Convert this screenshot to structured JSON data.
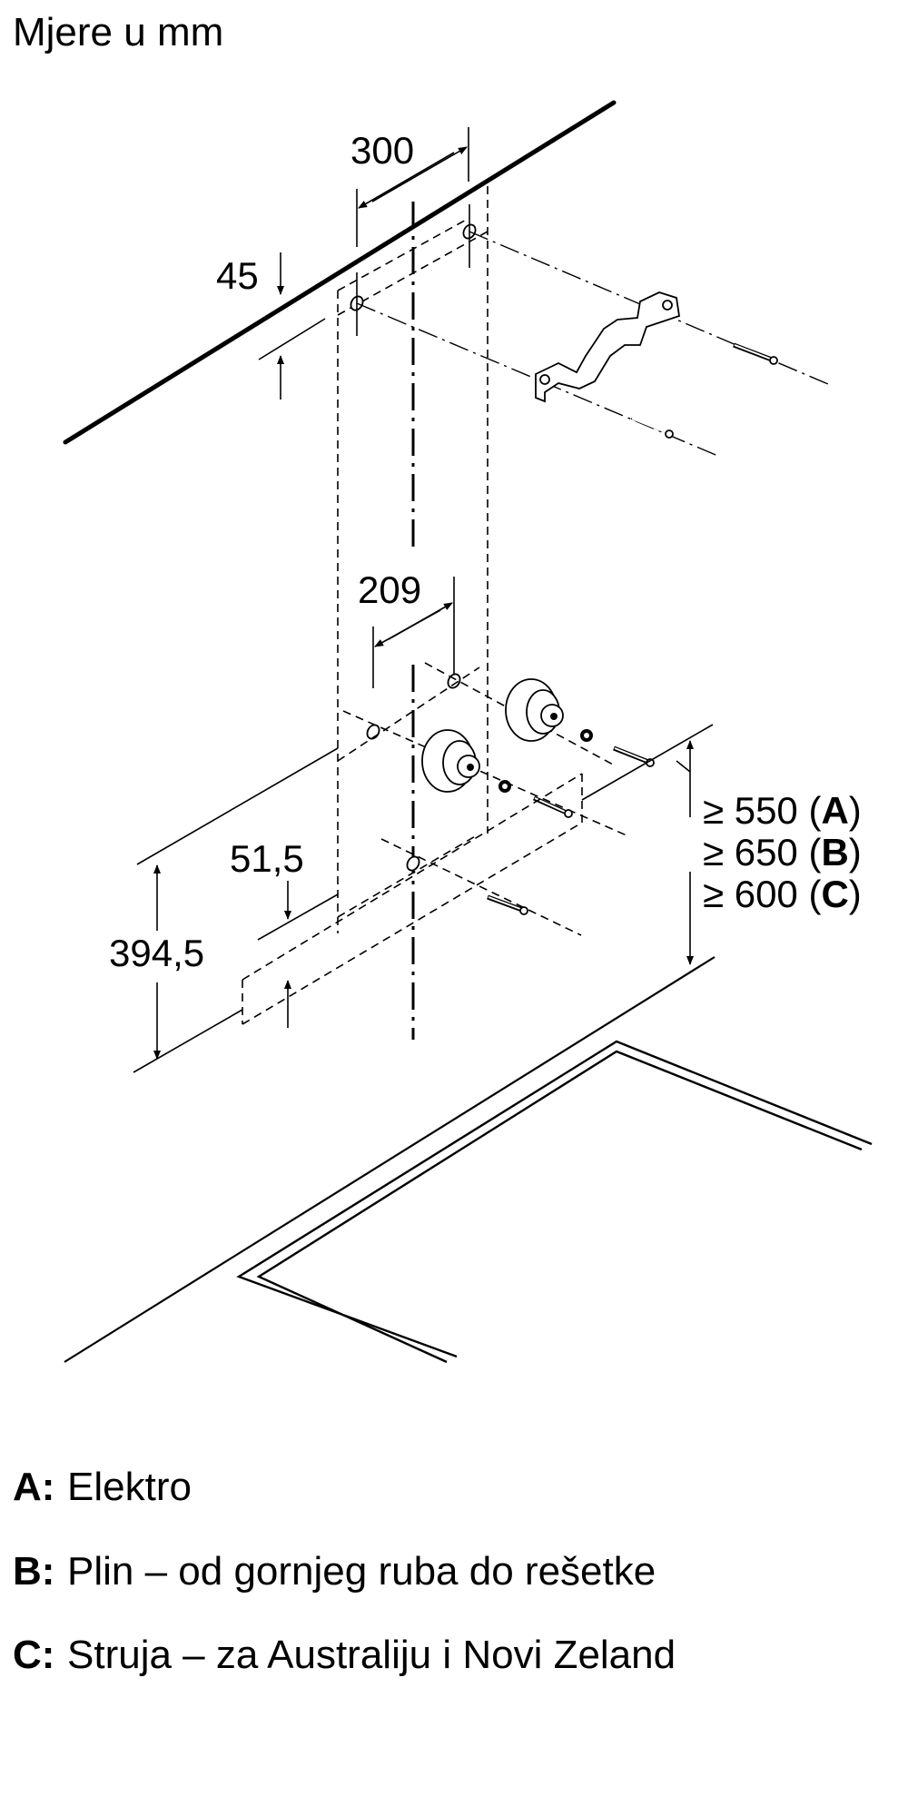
{
  "title": "Mjere u mm",
  "dimensions": {
    "d300": "300",
    "d45": "45",
    "d209": "209",
    "d51_5": "51,5",
    "d394_5": "394,5",
    "min_a": {
      "prefix": "≥ 550 (",
      "letter": "A",
      "suffix": ")"
    },
    "min_b": {
      "prefix": "≥ 650 (",
      "letter": "B",
      "suffix": ")"
    },
    "min_c": {
      "prefix": "≥ 600 (",
      "letter": "C",
      "suffix": ")"
    }
  },
  "legend": [
    {
      "key": "A:",
      "text": "Elektro"
    },
    {
      "key": "B:",
      "text": "Plin – od gornjeg ruba do rešetke"
    },
    {
      "key": "C:",
      "text": "Struja – za Australiju i Novi Zeland"
    }
  ]
}
